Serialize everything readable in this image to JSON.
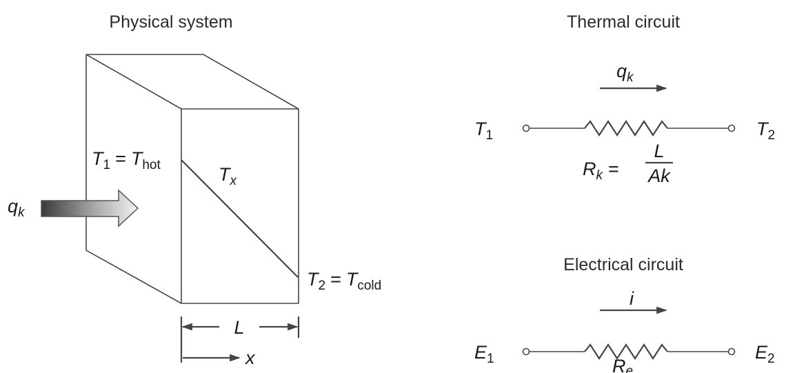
{
  "headings": {
    "physical": "Physical system",
    "thermal": "Thermal circuit",
    "electrical": "Electrical circuit"
  },
  "physical": {
    "heat_flow": {
      "sym": "q",
      "sub": "k"
    },
    "left_face": {
      "lhs_sym": "T",
      "lhs_sub": "1",
      "eq": "=",
      "rhs_sym": "T",
      "rhs_sub": "hot"
    },
    "profile": {
      "sym": "T",
      "sub": "x"
    },
    "right_face": {
      "lhs_sym": "T",
      "lhs_sub": "2",
      "eq": "=",
      "rhs_sym": "T",
      "rhs_sub": "cold"
    },
    "thickness": "L",
    "coordinate": "x"
  },
  "thermal_circuit": {
    "flow": {
      "sym": "q",
      "sub": "k"
    },
    "left_node": {
      "sym": "T",
      "sub": "1"
    },
    "right_node": {
      "sym": "T",
      "sub": "2"
    },
    "resistance": {
      "sym": "R",
      "sub": "k",
      "eq": "=",
      "numerator": "L",
      "denominator": "Ak"
    }
  },
  "electrical_circuit": {
    "flow": "i",
    "left_node": {
      "sym": "E",
      "sub": "1"
    },
    "right_node": {
      "sym": "E",
      "sub": "2"
    },
    "resistance": {
      "sym": "R",
      "sub": "e"
    }
  },
  "colors": {
    "line": "#444444",
    "text": "#1a1a1a",
    "arrow_dark": "#3a3a3a",
    "arrow_light": "#f2f2f2"
  }
}
